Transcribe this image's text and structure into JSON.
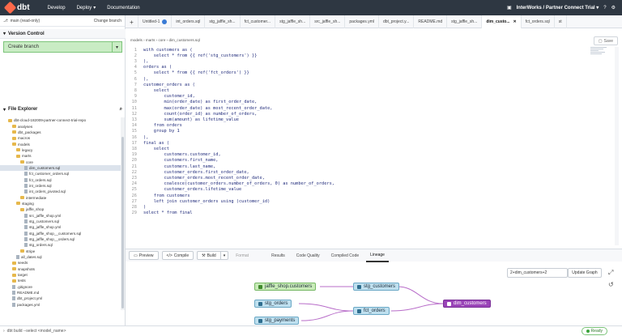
{
  "topnav": {
    "brand": "dbt",
    "menu": [
      "Develop",
      "Deploy",
      "Documentation"
    ],
    "account": "InterWorks",
    "project": "Partner Connect Trial"
  },
  "sidebar": {
    "branch": "main (read-only)",
    "change_branch": "Change branch",
    "version_control": "Version Control",
    "create_branch": "Create branch",
    "file_explorer": "File Explorer",
    "tree": [
      {
        "label": "dbt-cloud-182009-partner-connect-trial-repo",
        "kind": "folder",
        "indent": 0
      },
      {
        "label": "analyses",
        "kind": "folder",
        "indent": 1
      },
      {
        "label": "dbt_packages",
        "kind": "folder",
        "indent": 1
      },
      {
        "label": "macros",
        "kind": "folder",
        "indent": 1
      },
      {
        "label": "models",
        "kind": "folder",
        "indent": 1
      },
      {
        "label": "legacy",
        "kind": "folder",
        "indent": 2
      },
      {
        "label": "marts",
        "kind": "folder",
        "indent": 2
      },
      {
        "label": "core",
        "kind": "folder",
        "indent": 3
      },
      {
        "label": "dim_customers.sql",
        "kind": "file",
        "indent": 4,
        "selected": true
      },
      {
        "label": "fct_customer_orders.sql",
        "kind": "file",
        "indent": 4
      },
      {
        "label": "fct_orders.sql",
        "kind": "file",
        "indent": 4
      },
      {
        "label": "int_orders.sql",
        "kind": "file",
        "indent": 4
      },
      {
        "label": "int_orders_pivoted.sql",
        "kind": "file",
        "indent": 4
      },
      {
        "label": "intermediate",
        "kind": "folder",
        "indent": 3
      },
      {
        "label": "staging",
        "kind": "folder",
        "indent": 2
      },
      {
        "label": "jaffle_shop",
        "kind": "folder",
        "indent": 3
      },
      {
        "label": "src_jaffle_shop.yml",
        "kind": "file",
        "indent": 4
      },
      {
        "label": "stg_customers.sql",
        "kind": "file",
        "indent": 4
      },
      {
        "label": "stg_jaffle_shop.yml",
        "kind": "file",
        "indent": 4
      },
      {
        "label": "stg_jaffle_shop__customers.sql",
        "kind": "file",
        "indent": 4
      },
      {
        "label": "stg_jaffle_shop__orders.sql",
        "kind": "file",
        "indent": 4
      },
      {
        "label": "stg_orders.sql",
        "kind": "file",
        "indent": 4
      },
      {
        "label": "stripe",
        "kind": "folder",
        "indent": 3
      },
      {
        "label": "all_dates.sql",
        "kind": "file",
        "indent": 2
      },
      {
        "label": "seeds",
        "kind": "folder",
        "indent": 1
      },
      {
        "label": "snapshots",
        "kind": "folder",
        "indent": 1
      },
      {
        "label": "target",
        "kind": "folder",
        "indent": 1
      },
      {
        "label": "tests",
        "kind": "folder",
        "indent": 1
      },
      {
        "label": ".gitignore",
        "kind": "file",
        "indent": 1
      },
      {
        "label": "README.md",
        "kind": "file",
        "indent": 1
      },
      {
        "label": "dbt_project.yml",
        "kind": "file",
        "indent": 1
      },
      {
        "label": "packages.yml",
        "kind": "file",
        "indent": 1
      }
    ]
  },
  "tabs": [
    {
      "label": "Untitled-1",
      "dot": true
    },
    {
      "label": "int_orders.sql"
    },
    {
      "label": "stg_jaffle_sh..."
    },
    {
      "label": "fct_customer..."
    },
    {
      "label": "stg_jaffle_sh..."
    },
    {
      "label": "src_jaffle_sh..."
    },
    {
      "label": "packages.yml"
    },
    {
      "label": "dbt_project.y..."
    },
    {
      "label": "README.md"
    },
    {
      "label": "stg_jaffle_sh..."
    },
    {
      "label": "dim_custo...",
      "active": true
    },
    {
      "label": "fct_orders.sql"
    },
    {
      "label": "st"
    }
  ],
  "editor": {
    "breadcrumb": "models › marts › core › dim_customers.sql",
    "save": "Save",
    "lines": [
      "with customers as (",
      "    select * from {{ ref('stg_customers') }}",
      "),",
      "orders as (",
      "    select * from {{ ref('fct_orders') }}",
      "),",
      "customer_orders as (",
      "    select",
      "        customer_id,",
      "        min(order_date) as first_order_date,",
      "        max(order_date) as most_recent_order_date,",
      "        count(order_id) as number_of_orders,",
      "        sum(amount) as lifetime_value",
      "    from orders",
      "    group by 1",
      "),",
      "final as (",
      "    select",
      "        customers.customer_id,",
      "        customers.first_name,",
      "        customers.last_name,",
      "        customer_orders.first_order_date,",
      "        customer_orders.most_recent_order_date,",
      "        coalesce(customer_orders.number_of_orders, 0) as number_of_orders,",
      "        customer_orders.lifetime_value",
      "    from customers",
      "    left join customer_orders using (customer_id)",
      ")",
      "select * from final"
    ]
  },
  "bottom": {
    "preview": "Preview",
    "compile": "Compile",
    "build": "Build",
    "format": "Format",
    "tabs": [
      "Results",
      "Code Quality",
      "Compiled Code",
      "Lineage"
    ],
    "active_tab": "Lineage",
    "graph_selector": "2+dim_customers+2",
    "update_graph": "Update Graph"
  },
  "lineage": {
    "nodes": [
      {
        "id": "src",
        "label": "jaffle_shop.customers",
        "type": "src"
      },
      {
        "id": "stg_customers",
        "label": "stg_customers",
        "type": "stg"
      },
      {
        "id": "stg_orders",
        "label": "stg_orders",
        "type": "stg"
      },
      {
        "id": "stg_payments",
        "label": "stg_payments",
        "type": "stg"
      },
      {
        "id": "fct_orders",
        "label": "fct_orders",
        "type": "stg"
      },
      {
        "id": "dim_customers",
        "label": "dim_customers",
        "type": "dim"
      }
    ]
  },
  "status": {
    "command": "dbt build --select <model_name>",
    "ready": "Ready"
  },
  "colors": {
    "topnav": "#2e3742",
    "brand": "#ff694a",
    "dim_node": "#9a44b8",
    "edge": "#b86dc9"
  }
}
